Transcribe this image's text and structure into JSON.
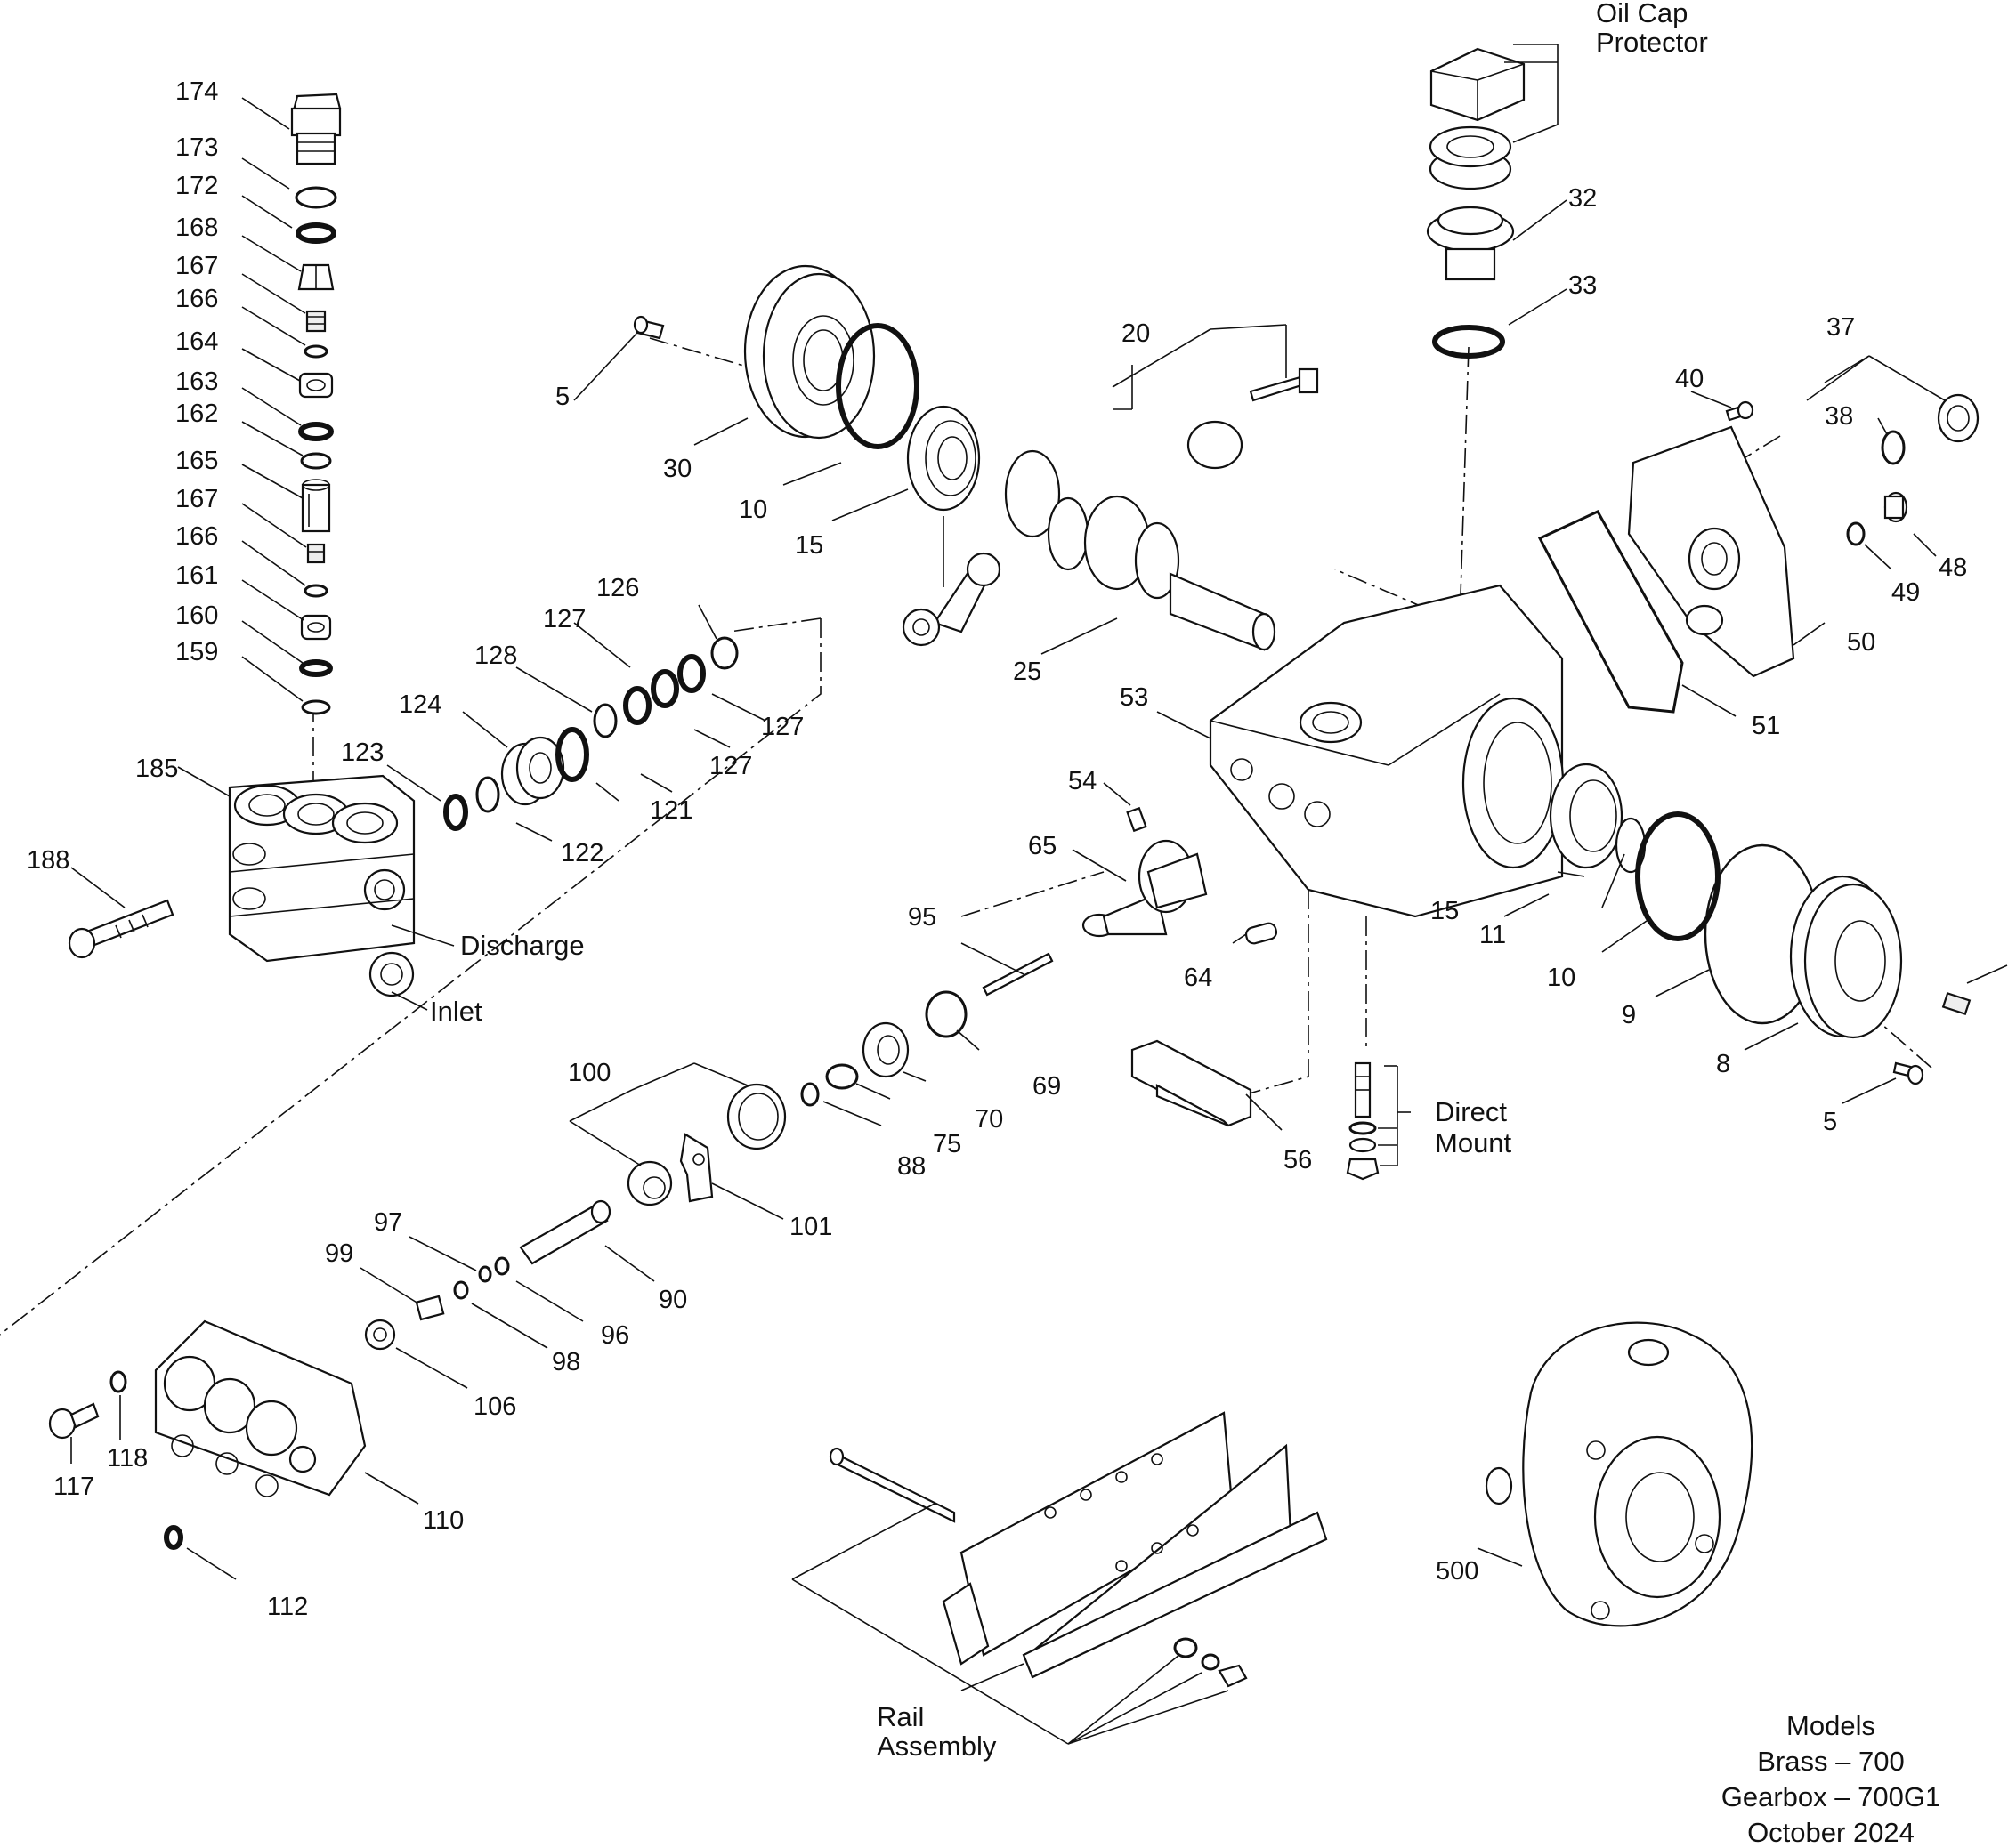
{
  "labels": {
    "p174": "174",
    "p173": "173",
    "p172": "172",
    "p168": "168",
    "p167a": "167",
    "p166a": "166",
    "p164": "164",
    "p163": "163",
    "p162": "162",
    "p165": "165",
    "p167b": "167",
    "p166b": "166",
    "p161": "161",
    "p160": "160",
    "p159": "159",
    "p185": "185",
    "p188": "188",
    "p5a": "5",
    "p30": "30",
    "p10a": "10",
    "p15a": "15",
    "p20": "20",
    "p25": "25",
    "p126": "126",
    "p127a": "127",
    "p128": "128",
    "p124": "124",
    "p123": "123",
    "p127b": "127",
    "p127c": "127",
    "p121": "121",
    "p122": "122",
    "p32": "32",
    "p33": "33",
    "p37": "37",
    "p40": "40",
    "p38": "38",
    "p48": "48",
    "p49": "49",
    "p50": "50",
    "p51": "51",
    "p53": "53",
    "p54": "54",
    "p65": "65",
    "p15b": "15",
    "p11": "11",
    "p10b": "10",
    "p9": "9",
    "p8": "8",
    "p5b": "5",
    "p64": "64",
    "p95": "95",
    "p69": "69",
    "p70": "70",
    "p75": "75",
    "p88": "88",
    "p56": "56",
    "p100": "100",
    "p101": "101",
    "p97": "97",
    "p99": "99",
    "p90": "90",
    "p96": "96",
    "p98": "98",
    "p106": "106",
    "p117": "117",
    "p118": "118",
    "p110": "110",
    "p112": "112",
    "p500": "500"
  },
  "callouts": {
    "discharge": "Discharge",
    "inlet": "Inlet",
    "oil_cap_line1": "Oil Cap",
    "oil_cap_line2": "Protector",
    "direct_mount_line1": "Direct",
    "direct_mount_line2": "Mount",
    "rail_line1": "Rail",
    "rail_line2": "Assembly"
  },
  "models": {
    "heading": "Models",
    "line1": "Brass – 700",
    "line2": "Gearbox – 700G1",
    "line3": "October 2024"
  }
}
